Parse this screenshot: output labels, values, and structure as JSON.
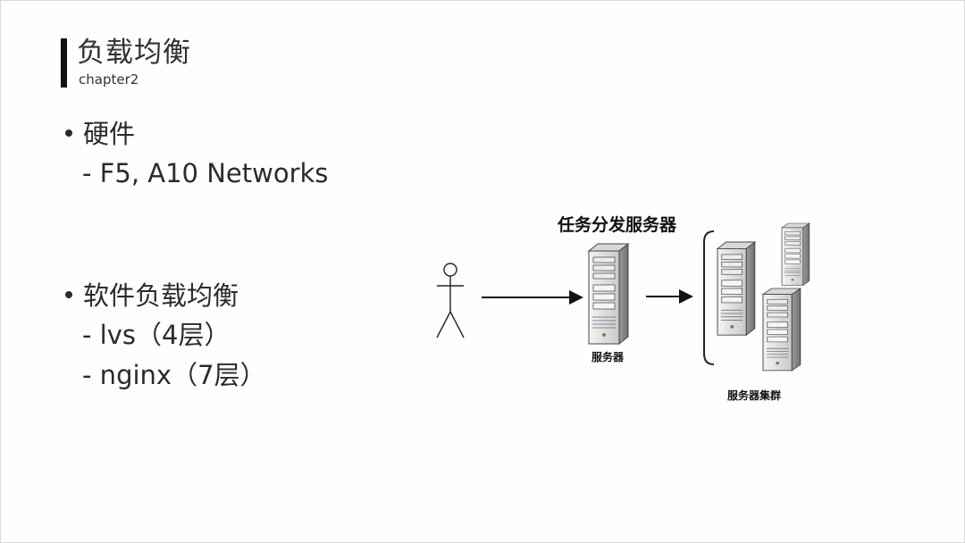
{
  "slide": {
    "title": "负载均衡",
    "subtitle": "chapter2"
  },
  "content": {
    "bullets": [
      {
        "label": "硬件",
        "items": [
          "- F5, A10 Networks"
        ]
      },
      {
        "label": "软件负载均衡",
        "items": [
          "- lvs（4层）",
          "- nginx（7层）"
        ]
      }
    ]
  },
  "diagram": {
    "top_label": "任务分发服务器",
    "server_label": "服务器",
    "cluster_label": "服务器集群",
    "icons": {
      "user": "user-icon",
      "server": "server-icon",
      "cluster": "server-cluster-icon"
    }
  }
}
